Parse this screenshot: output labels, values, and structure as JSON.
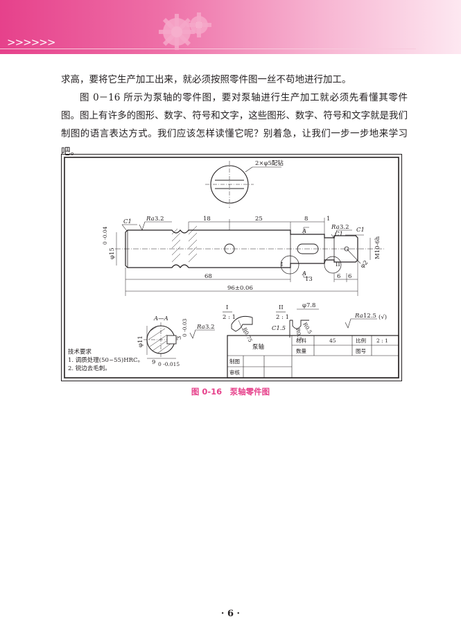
{
  "header": {
    "chevrons": ">>>>>>",
    "colors": {
      "accent": "#e6418b",
      "light": "#fde8f1"
    }
  },
  "body": {
    "paragraphs": [
      "求高，要将它生产加工出来，就必须按照零件图一丝不苟地进行加工。",
      "图 0－16 所示为泵轴的零件图，要对泵轴进行生产加工就必须先看懂其零件图。图上有许多的图形、数字、符号和文字，这些图形、数字、符号和文字就是我们制图的语言表达方式。我们应该怎样读懂它呢？别着急，让我们一步一步地来学习吧。"
    ]
  },
  "drawing": {
    "pin_hole_note": "2×φ5配钻",
    "dims": {
      "d18": "18",
      "d25": "25",
      "d8": "8",
      "d1": "1",
      "d68": "68",
      "d96": "96±0.06",
      "d13": "13",
      "d6a": "6",
      "d6b": "6",
      "phi15": "φ15",
      "phi15_tol": "0\n-0.04",
      "m10": "M10-6h",
      "phi2": "φ2",
      "phi11": "φ11",
      "d9": "9",
      "d9_tol": "0\n-0.015",
      "d3": "3",
      "d3_tol": "0\n-0.03",
      "phi78": "φ7.8",
      "r075": "R0.75",
      "r05a": "R0.5",
      "r05b": "R0.5"
    },
    "labels": {
      "c1_left": "C1",
      "ra32_left": "Ra",
      "ra32_left_val": "3.2",
      "ra32_right": "Ra",
      "ra32_right_val": "3.2",
      "c1_right_a": "C1",
      "c1_right_b": "C1",
      "section_a_top": "A",
      "section_a_bottom": "A",
      "roman_1": "I",
      "roman_2": "II",
      "section_title": "A—A",
      "ra32_section": "Ra",
      "ra32_section_val": "3.2",
      "detail1_num": "I",
      "detail1_scale": "2 : 1",
      "detail2_num": "II",
      "detail2_scale": "2 : 1",
      "c15": "C1.5",
      "ra125": "Ra",
      "ra125_val": "12.5",
      "ra_general_mark": "(√)"
    },
    "tech_requirements": {
      "title": "技术要求",
      "items": [
        "1. 调质处理(50~55)HRC。",
        "2. 锐边去毛刺。"
      ]
    },
    "title_block": {
      "part_name": "泵轴",
      "material_label": "材料",
      "material_value": "45",
      "scale_label": "比例",
      "scale_value": "2 : 1",
      "qty_label": "数量",
      "drawing_no_label": "图号",
      "drawn_label": "制图",
      "checked_label": "审核"
    }
  },
  "caption": "图 0-16　泵轴零件图",
  "page_number": "· 6 ·"
}
